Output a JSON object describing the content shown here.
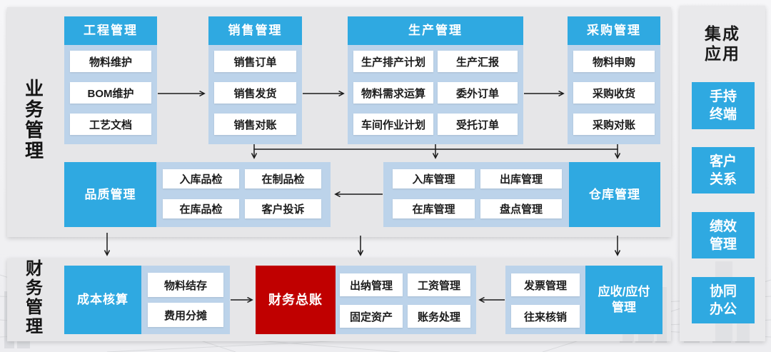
{
  "colors": {
    "accent_blue": "#2FA9E1",
    "container_blue": "#BCD3EA",
    "alert_red": "#C00000",
    "panel_gray": "#E6E6E8"
  },
  "labels": {
    "business": "业务管理",
    "finance": "财务管理"
  },
  "engineering": {
    "title": "工程管理",
    "items": [
      "物料维护",
      "BOM维护",
      "工艺文档"
    ]
  },
  "sales": {
    "title": "销售管理",
    "items": [
      "销售订单",
      "销售发货",
      "销售对账"
    ]
  },
  "production": {
    "title": "生产管理",
    "col1": [
      "生产排产计划",
      "物料需求运算",
      "车间作业计划"
    ],
    "col2": [
      "生产汇报",
      "委外订单",
      "受托订单"
    ]
  },
  "purchasing": {
    "title": "采购管理",
    "items": [
      "物料申购",
      "采购收货",
      "采购对账"
    ]
  },
  "quality": {
    "title": "品质管理",
    "items": [
      "入库品检",
      "在制品检",
      "在库品检",
      "客户投诉"
    ]
  },
  "warehouse": {
    "title": "仓库管理",
    "items": [
      "入库管理",
      "出库管理",
      "在库管理",
      "盘点管理"
    ]
  },
  "cost": {
    "title": "成本核算",
    "items": [
      "物料结存",
      "费用分摊"
    ]
  },
  "ledger": {
    "title": "财务总账"
  },
  "finance_ops": {
    "items": [
      "出纳管理",
      "工资管理",
      "固定资产",
      "账务处理"
    ]
  },
  "receivable": {
    "title_line1": "应收/应付",
    "title_line2": "管理",
    "items": [
      "发票管理",
      "往来核销"
    ]
  },
  "integration": {
    "title_line1": "集成",
    "title_line2": "应用",
    "apps": [
      {
        "line1": "手持",
        "line2": "终端"
      },
      {
        "line1": "客户",
        "line2": "关系"
      },
      {
        "line1": "绩效",
        "line2": "管理"
      },
      {
        "line1": "协同",
        "line2": "办公"
      }
    ]
  }
}
